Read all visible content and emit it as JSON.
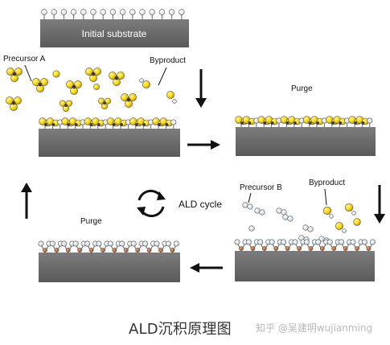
{
  "diagram": {
    "labels": {
      "initial_substrate": "Initial substrate",
      "precursor_a": "Precursor A",
      "byproduct_top": "Byproduct",
      "purge_top": "Purge",
      "precursor_b": "Precursor B",
      "byproduct_bottom": "Byproduct",
      "ald_cycle": "ALD cycle",
      "purge_bottom": "Purge"
    },
    "colors": {
      "substrate": "#6d6d6d",
      "precursor_yellow": "#ffd400",
      "precursor_outline": "#8a7a00",
      "hydrogen": "#ffffff",
      "metal_center": "#c0682e",
      "arrow": "#111111"
    }
  },
  "caption": {
    "title": "ALD沉积原理图",
    "watermark": "知乎 @吴建明wujianming"
  }
}
